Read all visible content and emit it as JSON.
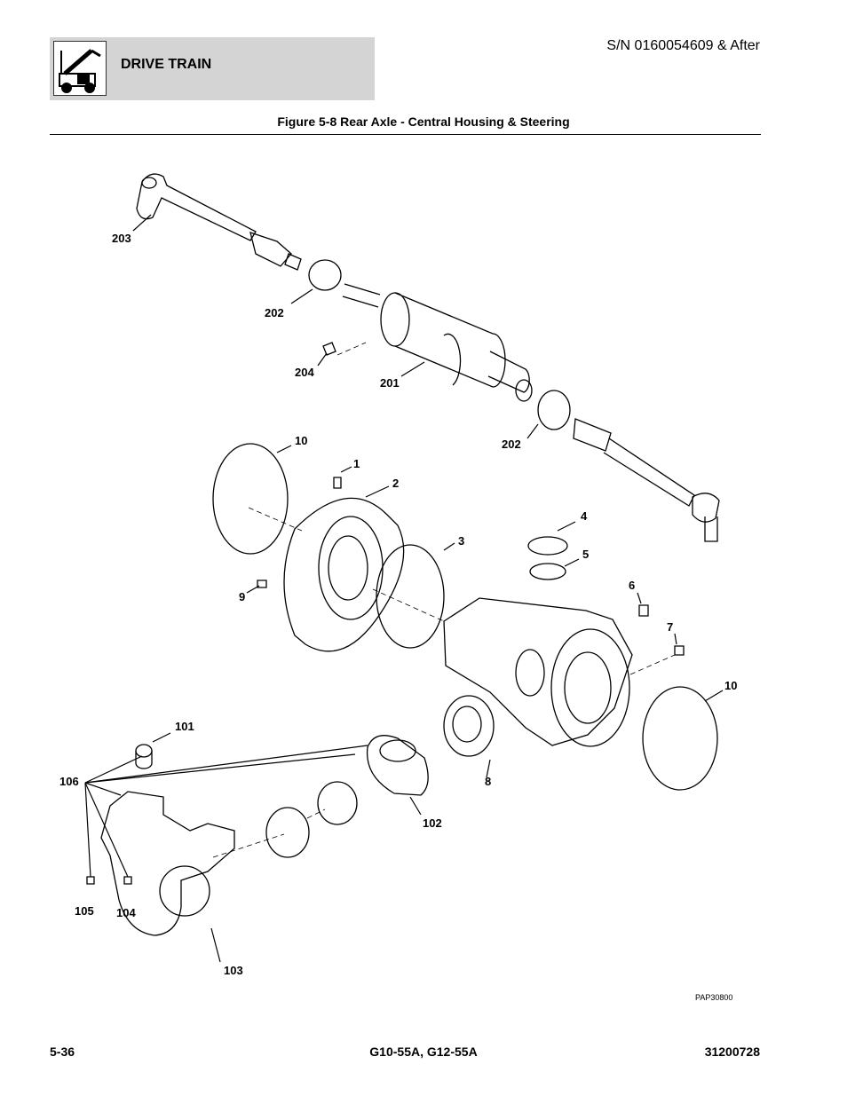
{
  "header": {
    "section": "DRIVE TRAIN",
    "serial": "S/N 0160054609 & After",
    "figure_title": "Figure 5-8 Rear Axle - Central Housing & Steering",
    "icon": "telehandler-icon"
  },
  "callouts": {
    "c203": "203",
    "c202a": "202",
    "c204": "204",
    "c201": "201",
    "c202b": "202",
    "c10a": "10",
    "c1": "1",
    "c2": "2",
    "c3": "3",
    "c4": "4",
    "c5": "5",
    "c6": "6",
    "c7": "7",
    "c9": "9",
    "c10b": "10",
    "c101": "101",
    "c106": "106",
    "c8": "8",
    "c102": "102",
    "c105": "105",
    "c104": "104",
    "c103": "103"
  },
  "drawing_ref": "PAP30800",
  "footer": {
    "page": "5-36",
    "model": "G10-55A, G12-55A",
    "doc_number": "31200728"
  }
}
